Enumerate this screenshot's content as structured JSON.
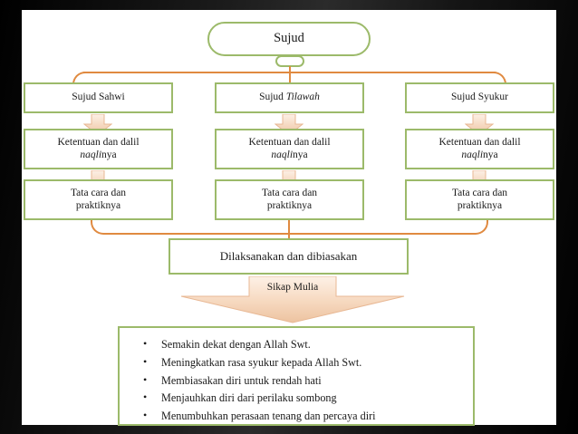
{
  "diagram": {
    "root": {
      "label": "Sujud"
    },
    "branches": [
      {
        "label": "Sujud Sahwi",
        "italic_part": ""
      },
      {
        "label_plain": "Sujud ",
        "label_italic": "Tilawah",
        "label": "Sujud Tilawah"
      },
      {
        "label": "Sujud Syukur",
        "italic_part": ""
      }
    ],
    "row2": [
      {
        "line1": "Ketentuan dan dalil",
        "line2_italic": "naqli",
        "line2_plain": "nya"
      },
      {
        "line1": "Ketentuan dan dalil",
        "line2_italic": "naqli",
        "line2_plain": "nya"
      },
      {
        "line1": "Ketentuan dan dalil",
        "line2_italic": "naqli",
        "line2_plain": "nya"
      }
    ],
    "row3": [
      {
        "line1": "Tata cara dan",
        "line2": "praktiknya"
      },
      {
        "line1": "Tata cara dan",
        "line2": "praktiknya"
      },
      {
        "line1": "Tata cara dan",
        "line2": "praktiknya"
      }
    ],
    "merge_box": {
      "label": "Dilaksanakan dan dibiasakan"
    },
    "big_arrow": {
      "label": "Sikap Mulia"
    },
    "outcomes": [
      "Semakin dekat dengan Allah Swt.",
      "Meningkatkan rasa syukur kepada Allah Swt.",
      "Membiasakan diri untuk rendah hati",
      "Menjauhkan diri dari perilaku sombong",
      "Menumbuhkan perasaan tenang dan percaya diri"
    ]
  },
  "colors": {
    "box_border_green": "#9cba6a",
    "connector_orange": "#e08a40",
    "arrow_fill_light": "#fbe5d2",
    "arrow_fill_dark": "#f0c9a8",
    "arrow_stroke": "#e8b894",
    "text": "#1a1a1a",
    "canvas": "#ffffff",
    "frame": "#000000"
  }
}
